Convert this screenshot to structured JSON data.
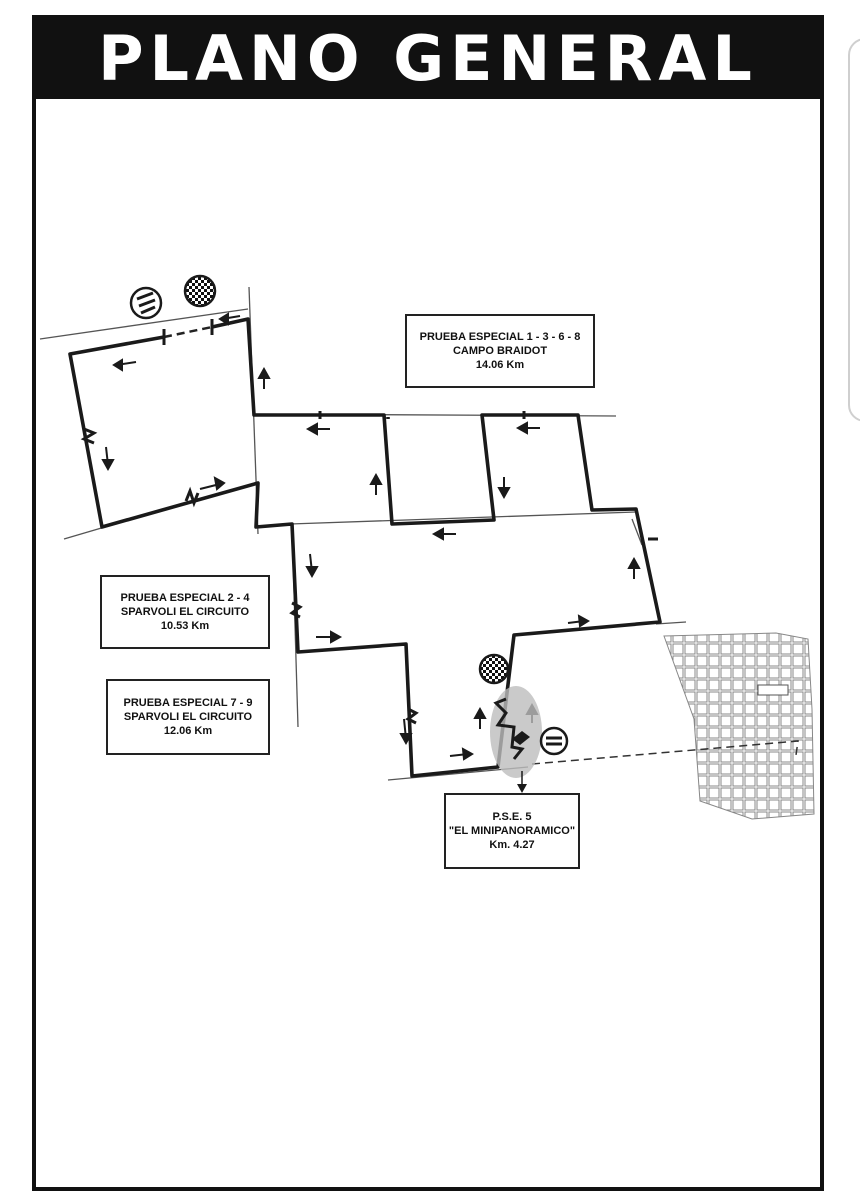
{
  "title": "PLANO GENERAL",
  "colors": {
    "frame": "#111111",
    "route": "#1a1a1a",
    "road": "#555555",
    "highlight": "#bdbdbd",
    "grid": "#888888"
  },
  "stages": [
    {
      "id": "pe-1-3-6-8",
      "lines": [
        "PRUEBA ESPECIAL 1 - 3 - 6 - 8",
        "CAMPO BRAIDOT",
        "14.06 Km"
      ]
    },
    {
      "id": "pe-2-4",
      "lines": [
        "PRUEBA ESPECIAL 2 - 4",
        "SPARVOLI  EL CIRCUITO",
        "10.53 Km"
      ]
    },
    {
      "id": "pe-7-9",
      "lines": [
        "PRUEBA ESPECIAL 7 - 9",
        "SPARVOLI  EL CIRCUITO",
        "12.06 Km"
      ]
    },
    {
      "id": "pse-5",
      "lines": [
        "P.S.E. 5",
        "\"EL MINIPANORAMICO\"",
        "Km. 4.27"
      ]
    }
  ],
  "icons": {
    "start": "start-icon",
    "finish": "checkered-flag-icon"
  }
}
